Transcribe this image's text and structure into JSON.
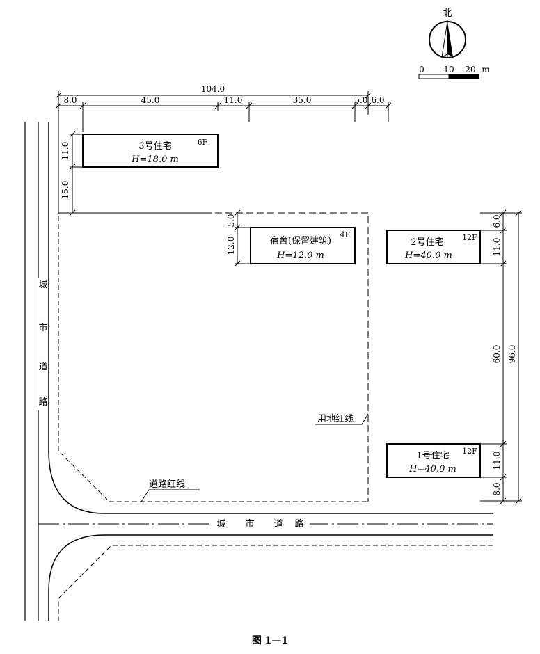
{
  "compass": {
    "north_label": "北",
    "icon": "north-arrow-icon"
  },
  "scale_bar": {
    "ticks": [
      "0",
      "10",
      "20"
    ],
    "unit": "m"
  },
  "top_dimensions": {
    "total": "104.0",
    "segments": [
      "8.0",
      "45.0",
      "11.0",
      "35.0",
      "5.0",
      "6.0"
    ]
  },
  "left_dimensions": {
    "bldg3_depth": "11.0",
    "bldg3_gap": "15.0"
  },
  "dorm_dimensions": {
    "gap": "5.0",
    "depth": "12.0"
  },
  "right_dimensions": [
    "6.0",
    "11.0",
    "60.0",
    "11.0",
    "8.0"
  ],
  "right_total": "96.0",
  "buildings": {
    "b3": {
      "name": "3号住宅",
      "height": "H=18.0 m",
      "floors": "6F"
    },
    "dorm": {
      "name": "宿舍(保留建筑)",
      "height": "H=12.0 m",
      "floors": "4F"
    },
    "b2": {
      "name": "2号住宅",
      "height": "H=40.0 m",
      "floors": "12F"
    },
    "b1": {
      "name": "1号住宅",
      "height": "H=40.0 m",
      "floors": "12F"
    }
  },
  "labels": {
    "road_vertical": [
      "城",
      "市",
      "道",
      "路"
    ],
    "road_horizontal": [
      "城",
      "市",
      "道",
      "路"
    ],
    "site_line": "用地红线",
    "road_red_line": "道路红线"
  },
  "caption": "图 1—1"
}
